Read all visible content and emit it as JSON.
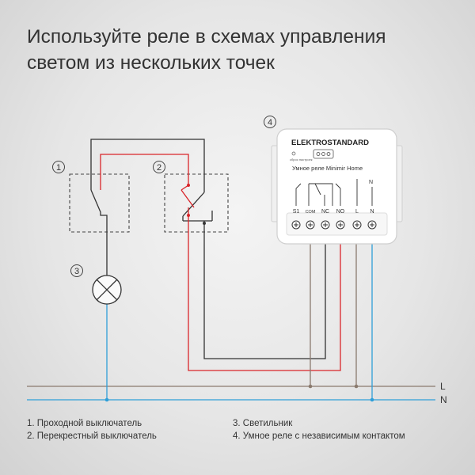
{
  "title": {
    "line1": "Используйте реле в схемах управления",
    "line2": "светом из нескольких точек"
  },
  "markers": [
    "1",
    "2",
    "3",
    "4"
  ],
  "relay": {
    "brand": "ELEKTROSTANDARD",
    "reset_caption": "сброс настроек",
    "model": "Умное реле Minimir Home",
    "terminals": [
      "S1",
      "COM",
      "NC",
      "NO",
      "L",
      "N"
    ],
    "top_n_label": "N"
  },
  "bus_labels": {
    "L": "L",
    "N": "N"
  },
  "legend": {
    "item1": "1. Проходной выключатель",
    "item2": "2. Перекрестный выключатель",
    "item3": "3. Светильник",
    "item4": "4. Умное реле с независимым контактом"
  },
  "colors": {
    "phase_wire": "#d9252a",
    "neutral_wire": "#2f9fd8",
    "control_wire": "#333333",
    "brown_wire": "#8a7a6e",
    "text": "#333333"
  }
}
